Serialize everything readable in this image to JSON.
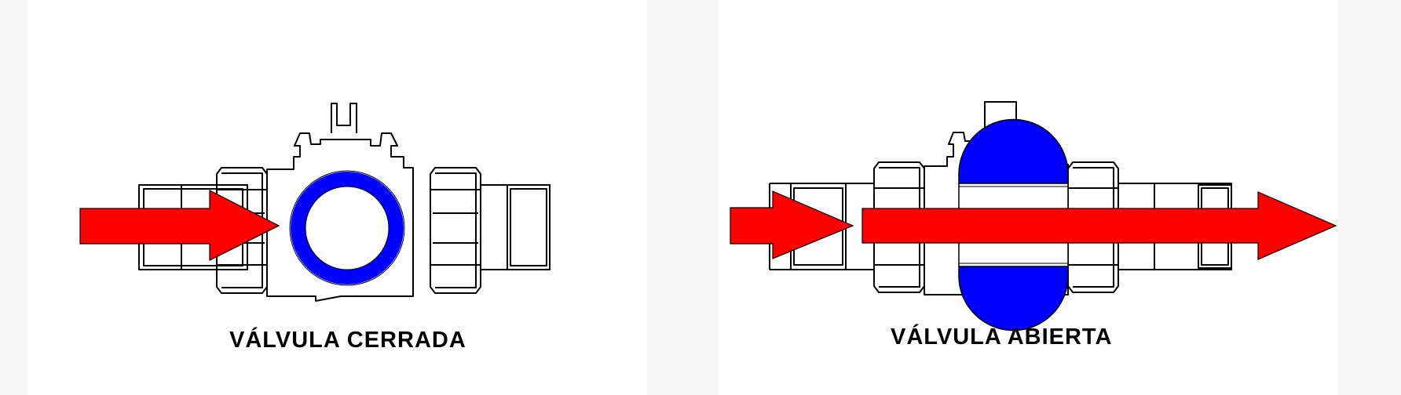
{
  "colors": {
    "background": "#f7f6f6",
    "panel": "#ffffff",
    "outline": "#000000",
    "ball": "#0000ff",
    "arrow": "#ff0000"
  },
  "diagrams": [
    {
      "caption": "VÁLVULA CERRADA",
      "state": "closed"
    },
    {
      "caption": "VÁLVULA ABIERTA",
      "state": "open"
    }
  ]
}
